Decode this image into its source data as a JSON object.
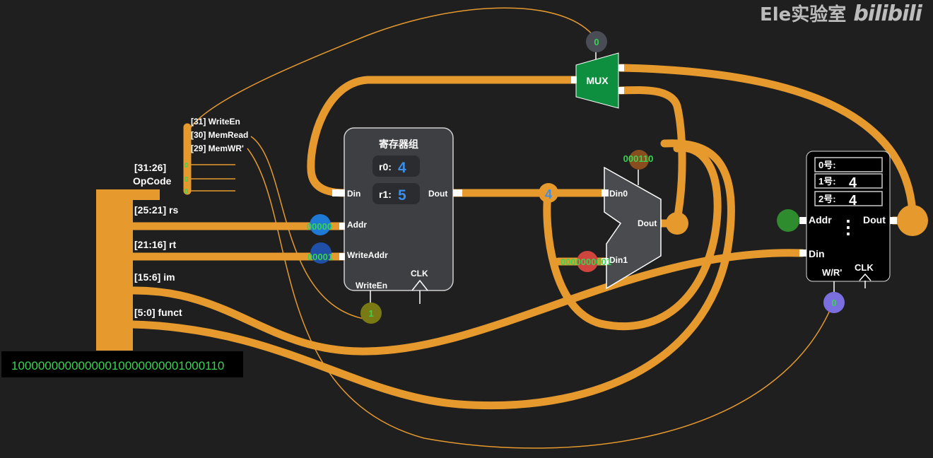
{
  "watermark": {
    "channel": "Ele实验室",
    "site": "bilibili"
  },
  "colors": {
    "wire": "#e69a2e",
    "background": "#1f1f1f",
    "register_file": "#3e3f43",
    "memory": "#000000",
    "bits": "#39d353",
    "value_text": "#3b8fe8"
  },
  "instruction": {
    "bits": "10000000000000010000000001000110",
    "fields": {
      "writeen": "[31] WriteEn",
      "memread": "[30] MemRead",
      "memwr": "[29] MemWR'",
      "opcode_range": "[31:26]",
      "opcode": "OpCode",
      "rs": "[25:21] rs",
      "rt": "[21:16] rt",
      "im": "[15:6] im",
      "funct": "[5:0] funct"
    }
  },
  "register_file": {
    "title": "寄存器组",
    "r0_label": "r0:",
    "r0_value": "4",
    "r1_label": "r1:",
    "r1_value": "5",
    "din": "Din",
    "dout": "Dout",
    "addr": "Addr",
    "write_addr": "WriteAddr",
    "write_en": "WriteEn",
    "clk": "CLK"
  },
  "mux_top": {
    "label": "MUX",
    "select_value": "0"
  },
  "mux_mid": {
    "din0": "Din0",
    "din1": "Din1",
    "dout": "Dout",
    "select_value": "000110"
  },
  "probes": {
    "addr_value": "00000",
    "write_addr_value": "00001",
    "write_en_value": "1",
    "dout_value": "4",
    "im_value": "0000000001",
    "wr_value": "0"
  },
  "memory": {
    "slot0": "0号:",
    "slot0_value": "",
    "slot1": "1号:",
    "slot1_value": "4",
    "slot2": "2号:",
    "slot2_value": "4",
    "ellipsis": "⋮",
    "addr": "Addr",
    "dout": "Dout",
    "din": "Din",
    "wr": "W/R'",
    "clk": "CLK"
  }
}
